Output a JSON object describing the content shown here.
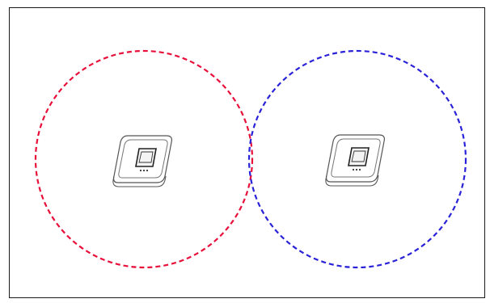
{
  "diagram": {
    "description_items": [
      "access-point-left",
      "access-point-right"
    ],
    "coverage": [
      {
        "id": "coverage-left",
        "color": "#e8103a",
        "line_style": "dashed"
      },
      {
        "id": "coverage-right",
        "color": "#2a22d8",
        "line_style": "dashed"
      }
    ],
    "devices": [
      {
        "id": "access-point-left",
        "icon": "access-point-icon"
      },
      {
        "id": "access-point-right",
        "icon": "access-point-icon"
      }
    ],
    "frame_color": "#1a1a1a"
  }
}
